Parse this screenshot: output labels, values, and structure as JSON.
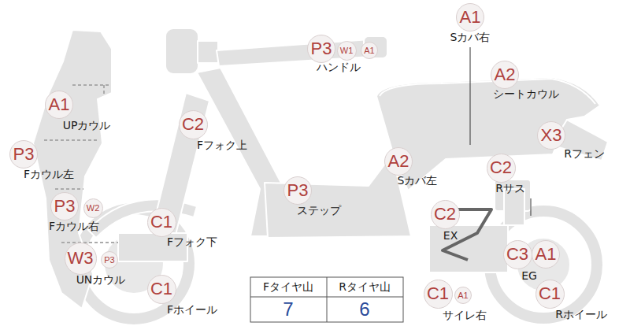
{
  "diagram": {
    "nodes": [
      {
        "text": [
          "A1"
        ]
      },
      {
        "text": [
          "P3"
        ]
      },
      {
        "text": [
          "W1"
        ]
      },
      {
        "text": [
          "A1"
        ]
      },
      {
        "text": [
          "A2"
        ]
      },
      {
        "text": [
          "A1"
        ]
      },
      {
        "text": [
          "C2"
        ]
      },
      {
        "text": [
          "X3"
        ]
      },
      {
        "text": [
          "P3"
        ]
      },
      {
        "text": [
          "A2"
        ]
      },
      {
        "text": [
          "C2"
        ]
      },
      {
        "text": [
          "P3"
        ]
      },
      {
        "text": [
          "P3"
        ]
      },
      {
        "text": [
          "W2"
        ]
      },
      {
        "text": [
          "C2"
        ]
      },
      {
        "text": [
          "C1"
        ]
      },
      {
        "text": [
          "W3"
        ]
      },
      {
        "text": [
          "P3"
        ]
      },
      {
        "text": [
          "C3"
        ]
      },
      {
        "text": [
          "A1"
        ]
      },
      {
        "text": [
          "C1"
        ]
      },
      {
        "text": [
          "C1"
        ]
      },
      {
        "text": [
          "A1"
        ]
      },
      {
        "text": [
          "C1"
        ]
      }
    ],
    "labels": [
      "Sカバ右",
      "ハンドル",
      "シートカウル",
      "UPカウル",
      "Fフォク上",
      "Rフェン",
      "Fカウル左",
      "Sカバ左",
      "Rサス",
      "ステップ",
      "Fカウル右",
      "EX",
      "Fフォク下",
      "UNカウル",
      "EG",
      "Fホイール",
      "サイレ右",
      "Rホイール",
      "Fタイヤ山",
      "Rタイヤ山",
      "7",
      "6"
    ]
  }
}
